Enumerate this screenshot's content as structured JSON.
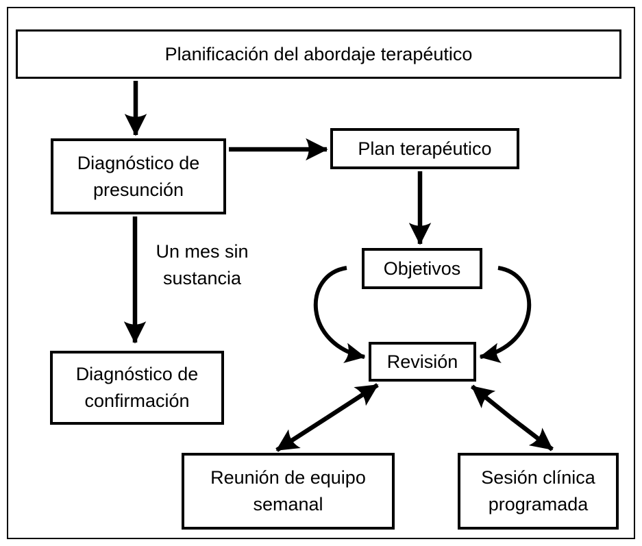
{
  "diagram": {
    "background_color": "#ffffff",
    "stroke_color": "#000000",
    "nodes": {
      "planificacion": "Planificación del abordaje terapéutico",
      "diagnostico_presuncion": "Diagnóstico de presunción",
      "plan_terapeutico": "Plan terapéutico",
      "objetivos": "Objetivos",
      "revision": "Revisión",
      "diagnostico_confirmacion": "Diagnóstico de confirmación",
      "reunion_equipo": "Reunión de equipo semanal",
      "sesion_clinica": "Sesión clínica programada"
    },
    "edges": [
      {
        "from": "planificacion",
        "to": "diagnostico_presuncion",
        "type": "arrow"
      },
      {
        "from": "diagnostico_presuncion",
        "to": "plan_terapeutico",
        "type": "arrow"
      },
      {
        "from": "diagnostico_presuncion",
        "to": "diagnostico_confirmacion",
        "type": "arrow",
        "label": "Un mes sin sustancia"
      },
      {
        "from": "plan_terapeutico",
        "to": "objetivos",
        "type": "arrow"
      },
      {
        "from": "objetivos",
        "to": "revision",
        "type": "curved-arrow",
        "side": "left"
      },
      {
        "from": "objetivos",
        "to": "revision",
        "type": "curved-arrow",
        "side": "right"
      },
      {
        "from": "revision",
        "to": "reunion_equipo",
        "type": "double-arrow"
      },
      {
        "from": "revision",
        "to": "sesion_clinica",
        "type": "double-arrow"
      }
    ]
  }
}
